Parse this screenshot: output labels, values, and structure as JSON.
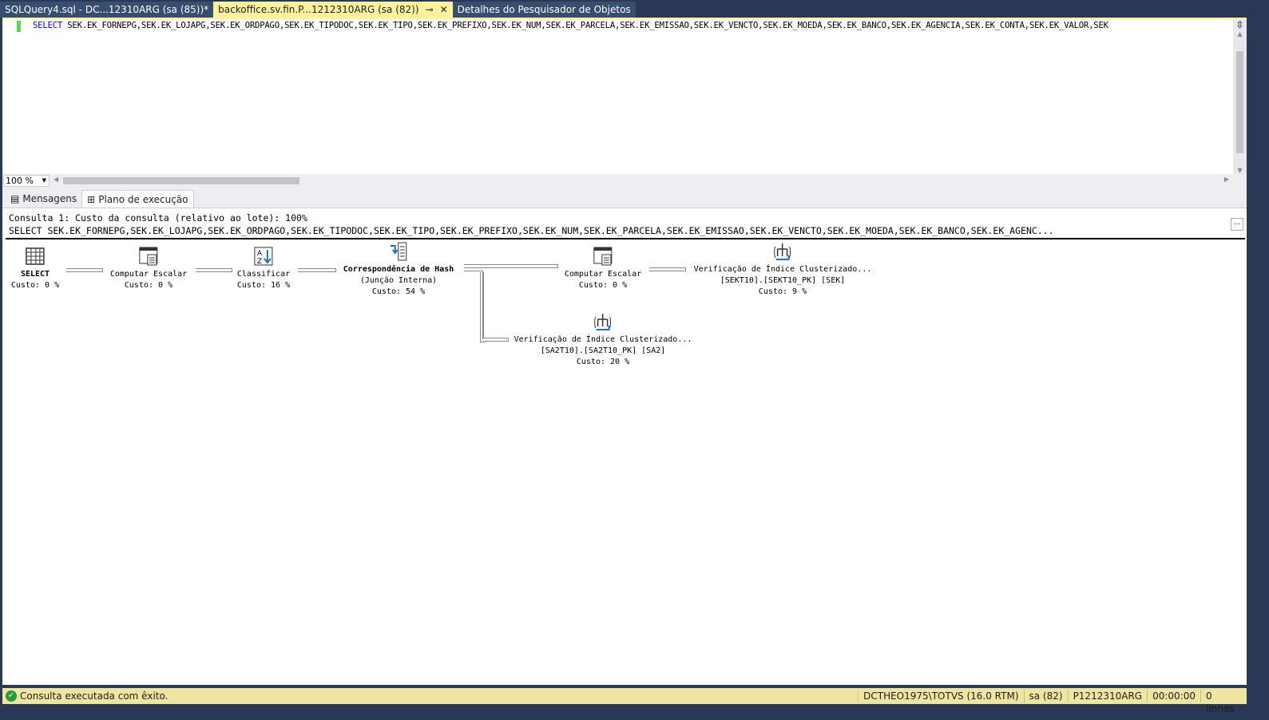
{
  "tabs": [
    {
      "label": "SQLQuery4.sql - DC...12310ARG (sa (85))*",
      "active": false
    },
    {
      "label": "backoffice.sv.fin.P...1212310ARG (sa (82))",
      "active": true
    },
    {
      "label": "Detalhes do Pesquisador de Objetos",
      "active": false
    }
  ],
  "editor": {
    "keyword": "SELECT",
    "query_rest": " SEK.EK_FORNEPG,SEK.EK_LOJAPG,SEK.EK_ORDPAGO,SEK.EK_TIPODOC,SEK.EK_TIPO,SEK.EK_PREFIXO,SEK.EK_NUM,SEK.EK_PARCELA,SEK.EK_EMISSAO,SEK.EK_VENCTO,SEK.EK_MOEDA,SEK.EK_BANCO,SEK.EK_AGENCIA,SEK.EK_CONTA,SEK.EK_VALOR,SEK"
  },
  "zoom": "100 %",
  "result_tabs": [
    "Mensagens",
    "Plano de execução"
  ],
  "plan": {
    "header": "Consulta 1: Custo da consulta (relativo ao lote): 100%",
    "query": "SELECT SEK.EK_FORNEPG,SEK.EK_LOJAPG,SEK.EK_ORDPAGO,SEK.EK_TIPODOC,SEK.EK_TIPO,SEK.EK_PREFIXO,SEK.EK_NUM,SEK.EK_PARCELA,SEK.EK_EMISSAO,SEK.EK_VENCTO,SEK.EK_MOEDA,SEK.EK_BANCO,SEK.EK_AGENC...",
    "more": "...",
    "nodes": [
      {
        "name": "SELECT",
        "cost": "Custo: 0 %"
      },
      {
        "name": "Computar Escalar",
        "cost": "Custo: 0 %"
      },
      {
        "name": "Classificar",
        "cost": "Custo: 16 %"
      },
      {
        "name": "Correspondência de Hash",
        "sub": "(Junção Interna)",
        "cost": "Custo: 54 %"
      },
      {
        "name": "Computar Escalar",
        "cost": "Custo: 0 %"
      },
      {
        "name": "Verificação de Índice Clusterizado...",
        "sub": "[SEKT10].[SEKT10_PK] [SEK]",
        "cost": "Custo: 9 %"
      },
      {
        "name": "Verificação de Índice Clusterizado...",
        "sub": "[SA2T10].[SA2T10_PK] [SA2]",
        "cost": "Custo: 20 %"
      }
    ]
  },
  "status": {
    "message": "Consulta executada com êxito.",
    "server": "DCTHEO1975\\TOTVS (16.0 RTM)",
    "user": "sa (82)",
    "database": "P1212310ARG",
    "time": "00:00:00",
    "rows": "0 linhas"
  }
}
